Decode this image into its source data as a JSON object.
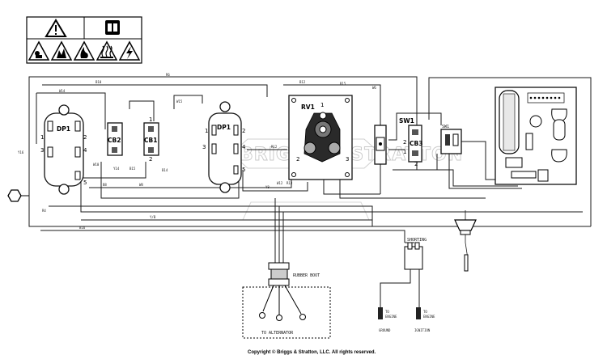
{
  "watermark": "BRIGGS & STRATTON",
  "copyright": "Copyright © Briggs & Stratton, LLC. All rights reserved.",
  "components": {
    "dp1_left": "DP1",
    "dp1_center": "DP1",
    "cb2": "CB2",
    "cb1": "CB1",
    "rv1": "RV1",
    "sw1": "SW1",
    "cb3": "CB3",
    "switch_label": "SW1"
  },
  "pins": {
    "one": "1",
    "two": "2",
    "three": "3",
    "four": "4",
    "five": "5"
  },
  "wires": {
    "b10": "B10",
    "r6": "R6",
    "w14": "W14",
    "b12": "B12",
    "w15": "W15",
    "r15": "R15",
    "w6": "W6",
    "y14": "Y14",
    "y16": "Y16",
    "b15": "B15",
    "w10": "W10",
    "b14": "B14",
    "b8": "B8",
    "w8": "W8",
    "r12": "R12",
    "y8": "Y8",
    "w12": "W12",
    "r13": "R13",
    "r4": "R4",
    "yb": "Y/B",
    "b16": "B16"
  },
  "rubber_boot": "RUBBER BOOT",
  "to_alternator": "TO ALTERNATOR",
  "shorting": "SHORTING",
  "to_engine_ground_1": "TO",
  "to_engine_ground_2": "ENGINE",
  "ground": "GROUND",
  "to_engine_ignition_1": "TO",
  "to_engine_ignition_2": "ENGINE",
  "ignition": "IGNITION"
}
